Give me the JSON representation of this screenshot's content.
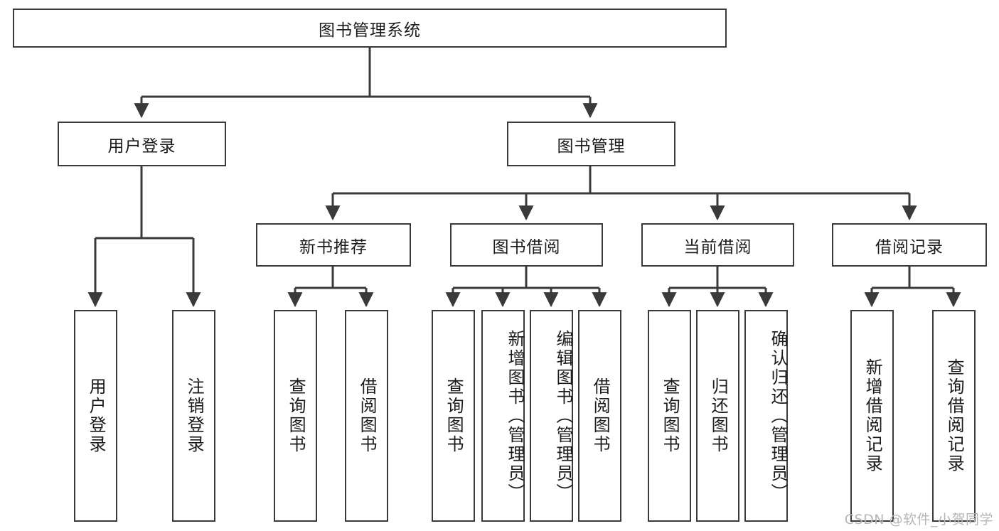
{
  "diagram": {
    "title": "图书管理系统",
    "type": "tree-hierarchy-chart",
    "watermark": "CSDN @软件_小贺同学",
    "colors": {
      "stroke": "#3a3a3a",
      "box_fill": "#ffffff",
      "text": "#1b1b1b",
      "watermark": "#b6b6b6",
      "background": "#ffffff"
    }
  },
  "root": {
    "label": "图书管理系统"
  },
  "level2": [
    {
      "label": "用户登录"
    },
    {
      "label": "图书管理"
    }
  ],
  "level3": [
    {
      "label": "新书推荐"
    },
    {
      "label": "图书借阅"
    },
    {
      "label": "当前借阅"
    },
    {
      "label": "借阅记录"
    }
  ],
  "leaves": {
    "user_login": [
      {
        "label": "用户登录"
      },
      {
        "label": "注销登录"
      }
    ],
    "new_book": [
      {
        "label": "查询图书"
      },
      {
        "label": "借阅图书"
      }
    ],
    "book_borrow": [
      {
        "label": "查询图书"
      },
      {
        "label": "新增图书（管理员）"
      },
      {
        "label": "编辑图书（管理员）"
      },
      {
        "label": "借阅图书"
      }
    ],
    "current_borrow": [
      {
        "label": "查询图书"
      },
      {
        "label": "归还图书"
      },
      {
        "label": "确认归还（管理员）"
      }
    ],
    "borrow_record": [
      {
        "label": "新增借阅记录"
      },
      {
        "label": "查询借阅记录"
      }
    ]
  }
}
